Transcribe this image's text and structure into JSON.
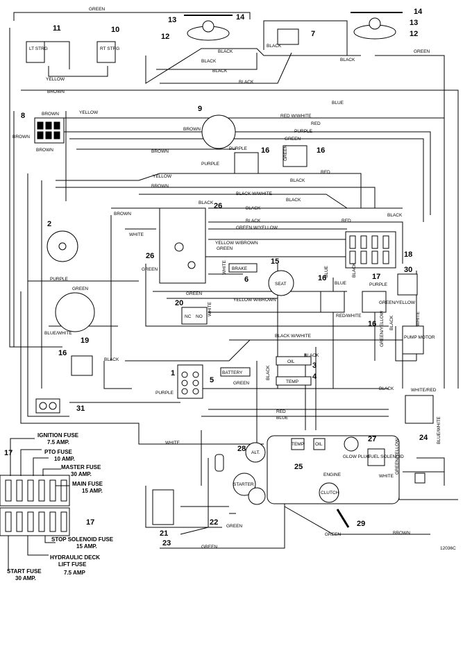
{
  "diagram": {
    "ref_code": "12036C",
    "component_numbers": [
      "1",
      "2",
      "3",
      "4",
      "5",
      "6",
      "7",
      "8",
      "9",
      "10",
      "11",
      "12",
      "13",
      "14",
      "15",
      "16",
      "17",
      "18",
      "19",
      "20",
      "21",
      "22",
      "23",
      "24",
      "25",
      "26",
      "27",
      "28",
      "29",
      "30",
      "31"
    ],
    "wire_labels": [
      "GREEN",
      "BLACK",
      "YELLOW",
      "BROWN",
      "BLUE",
      "RED W/WHITE",
      "RED",
      "PURPLE",
      "BLACK W/WHITE",
      "GREEN W/YELLOW",
      "YELLOW W/BROWN",
      "WHITE",
      "BLUE/WHITE",
      "GREEN/YELLOW",
      "RED/WHITE",
      "WHITE/RED",
      "BLUE/WHITE",
      "GREEN/YELLOW"
    ],
    "component_labels": {
      "lt_strg": "LT STRG",
      "rt_strg": "RT STRG",
      "brake": "BRAKE",
      "seat": "SEAT",
      "battery": "BATTERY",
      "oil": "OIL",
      "temp": "TEMP",
      "alt": "ALT.",
      "starter": "STARTER",
      "engine": "ENGINE",
      "glow_plug": "GLOW PLUG",
      "fuel_solenoid": "FUEL SOLENOID",
      "pump_motor": "PUMP MOTOR",
      "nc": "NC",
      "no": "NO",
      "clutch": "CLUTCH"
    },
    "fuse_labels": {
      "ignition": "IGNITION FUSE",
      "ignition_amp": "7.5 AMP.",
      "pto": "PTO FUSE",
      "pto_amp": "10 AMP.",
      "master": "MASTER FUSE",
      "master_amp": "30 AMP.",
      "main": "MAIN FUSE",
      "main_amp": "15 AMP.",
      "stop_solenoid": "STOP SOLENOID FUSE",
      "stop_solenoid_amp": "15 AMP.",
      "hydraulic": "HYDRAULIC DECK",
      "hydraulic2": "LIFT FUSE",
      "hydraulic_amp": "7.5 AMP",
      "start": "START FUSE",
      "start_amp": "30 AMP."
    }
  }
}
